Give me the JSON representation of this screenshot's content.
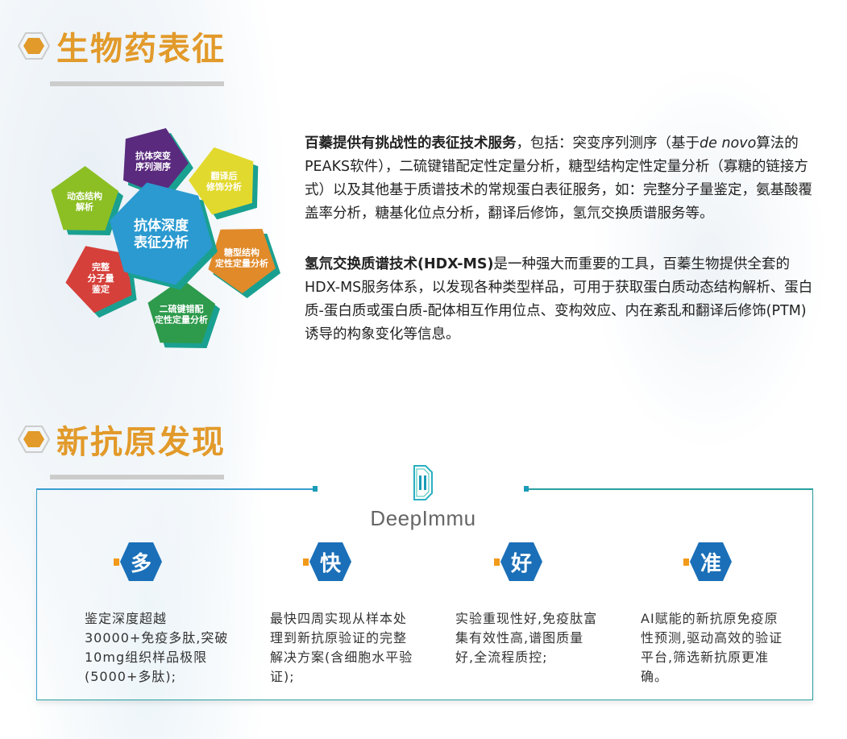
{
  "section1": {
    "title": "生物药表征"
  },
  "diagram": {
    "center": [
      "抗体深度",
      "表征分析"
    ],
    "items": [
      {
        "lines": [
          "抗体突变",
          "序列测序"
        ],
        "color": "#5a2a7e"
      },
      {
        "lines": [
          "翻译后",
          "修饰分析"
        ],
        "color": "#e2d92e"
      },
      {
        "lines": [
          "糖型结构",
          "定性定量分析"
        ],
        "color": "#e08a2a"
      },
      {
        "lines": [
          "二硫键错配",
          "定性定量分析"
        ],
        "color": "#2e9a4c"
      },
      {
        "lines": [
          "完整",
          "分子量",
          "鉴定"
        ],
        "color": "#d6403a"
      },
      {
        "lines": [
          "动态结构",
          "解析"
        ],
        "color": "#8cbf24"
      }
    ],
    "center_color": "#2a9ad0",
    "shadow_color": "#1aa090"
  },
  "para1": {
    "bold": "百蓁提供有挑战性的表征技术服务",
    "t1": "，包括：突变序列测序（基于",
    "italic": "de novo",
    "t2": "算法的PEAKS软件），二硫键错配定性定量分析，糖型结构定性定量分析（寡糖的链接方式）以及其他基于质谱技术的常规蛋白表征服务，如：完整分子量鉴定，氨基酸覆盖率分析，糖基化位点分析，翻译后修饰，氢氘交换质谱服务等。"
  },
  "para2": {
    "bold": "氢氘交换质谱技术(HDX-MS)",
    "text": "是一种强大而重要的工具，百蓁生物提供全套的HDX-MS服务体系，以发现各种类型样品，可用于获取蛋白质动态结构解析、蛋白质-蛋白质或蛋白质-配体相互作用位点、变构效应、内在紊乱和翻译后修饰(PTM)诱导的构象变化等信息。"
  },
  "section2": {
    "title": "新抗原发现"
  },
  "logo": {
    "name": "DeepImmu"
  },
  "features": [
    {
      "char": "多",
      "text": "鉴定深度超越30000+免疫多肽,突破10mg组织样品极限(5000+多肽);"
    },
    {
      "char": "快",
      "text": "最快四周实现从样本处理到新抗原验证的完整解决方案(含细胞水平验证);"
    },
    {
      "char": "好",
      "text": "实验重现性好,免疫肽富集有效性高,谱图质量好,全流程质控;"
    },
    {
      "char": "准",
      "text": "AI赋能的新抗原免疫原性预测,驱动高效的验证平台,筛选新抗原更准确。"
    }
  ],
  "colors": {
    "accent": "#e29a2a",
    "hex_blue": "#1a6fb8",
    "orange_marker": "#f29a1a"
  }
}
